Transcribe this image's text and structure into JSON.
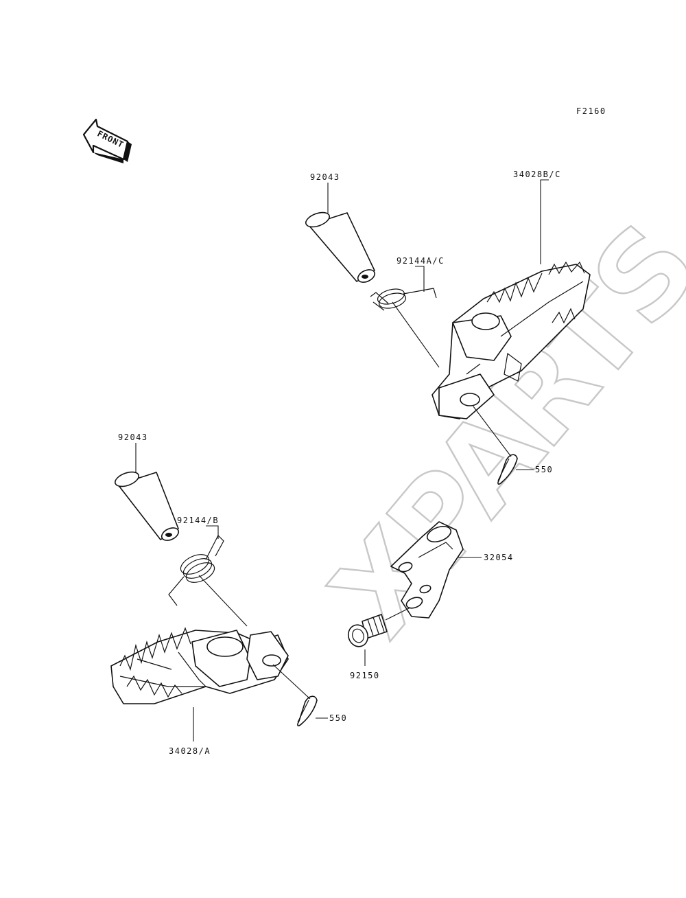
{
  "diagram": {
    "figure_code": "F2160",
    "front_badge": "FRONT",
    "watermark": "XPARTS",
    "callouts": {
      "pin_upper": "92043",
      "pin_lower": "92043",
      "spring_upper": "92144A/C",
      "spring_lower": "92144/B",
      "footpeg_upper": "34028B/C",
      "footpeg_lower": "34028/A",
      "cotter_upper": "550",
      "cotter_lower": "550",
      "bracket": "32054",
      "bolt": "92150"
    }
  }
}
